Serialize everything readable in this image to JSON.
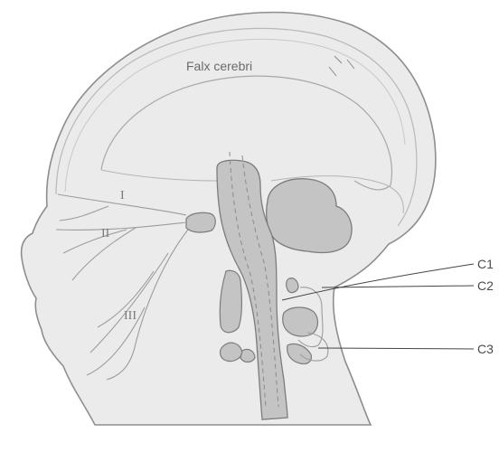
{
  "labels": {
    "falx": "Falx cerebri",
    "nerve_1": "I",
    "nerve_2": "II",
    "nerve_3": "III",
    "c1": "C1",
    "c2": "C2",
    "c3": "C3"
  },
  "colors": {
    "skin": "#ebebeb",
    "outline": "#9a9a9a",
    "inner_line": "#b8b8b8",
    "structure_fill": "#c4c4c4",
    "structure_stroke": "#7c7c7c",
    "leader": "#444444"
  }
}
